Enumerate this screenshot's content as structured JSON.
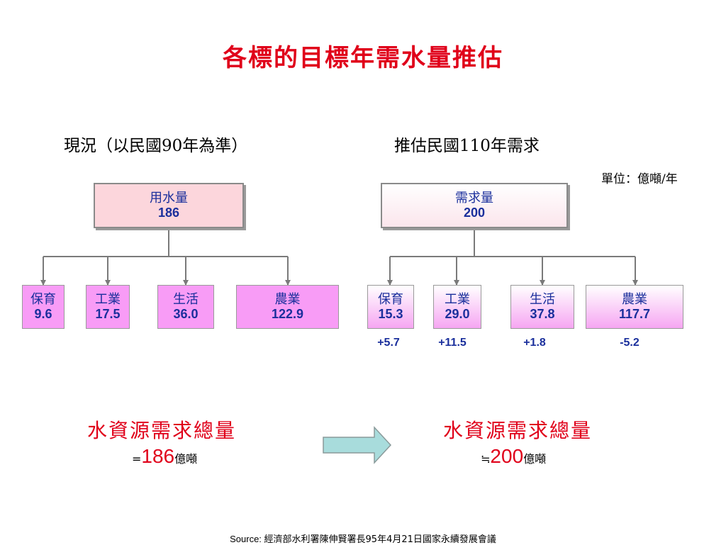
{
  "title": "各標的目標年需水量推估",
  "left": {
    "heading": "現況（以民國90年為準）",
    "top": {
      "name": "用水量",
      "value": "186"
    },
    "items": [
      {
        "name": "保育",
        "value": "9.6"
      },
      {
        "name": "工業",
        "value": "17.5"
      },
      {
        "name": "生活",
        "value": "36.0"
      },
      {
        "name": "農業",
        "value": "122.9"
      }
    ],
    "total_label": "水資源需求總量",
    "total_prefix": "=",
    "total_value": "186",
    "total_unit": "億噸"
  },
  "right": {
    "heading": "推估民國110年需求",
    "unit": "單位：億噸/年",
    "top": {
      "name": "需求量",
      "value": "200"
    },
    "items": [
      {
        "name": "保育",
        "value": "15.3",
        "delta": "+5.7"
      },
      {
        "name": "工業",
        "value": "29.0",
        "delta": "+11.5"
      },
      {
        "name": "生活",
        "value": "37.8",
        "delta": "+1.8"
      },
      {
        "name": "農業",
        "value": "117.7",
        "delta": "-5.2"
      }
    ],
    "total_label": "水資源需求總量",
    "total_prefix": "≒",
    "total_value": "200",
    "total_unit": "億噸"
  },
  "source_prefix": "Source: ",
  "source_text": "經濟部水利署陳伸賢署長95年4月21日國家永續發展會議",
  "colors": {
    "title": "#e0001a",
    "value_text": "#1a2f9c",
    "leaf_fill": "#f89cf6",
    "arrow_fill": "#a8dcdc"
  }
}
